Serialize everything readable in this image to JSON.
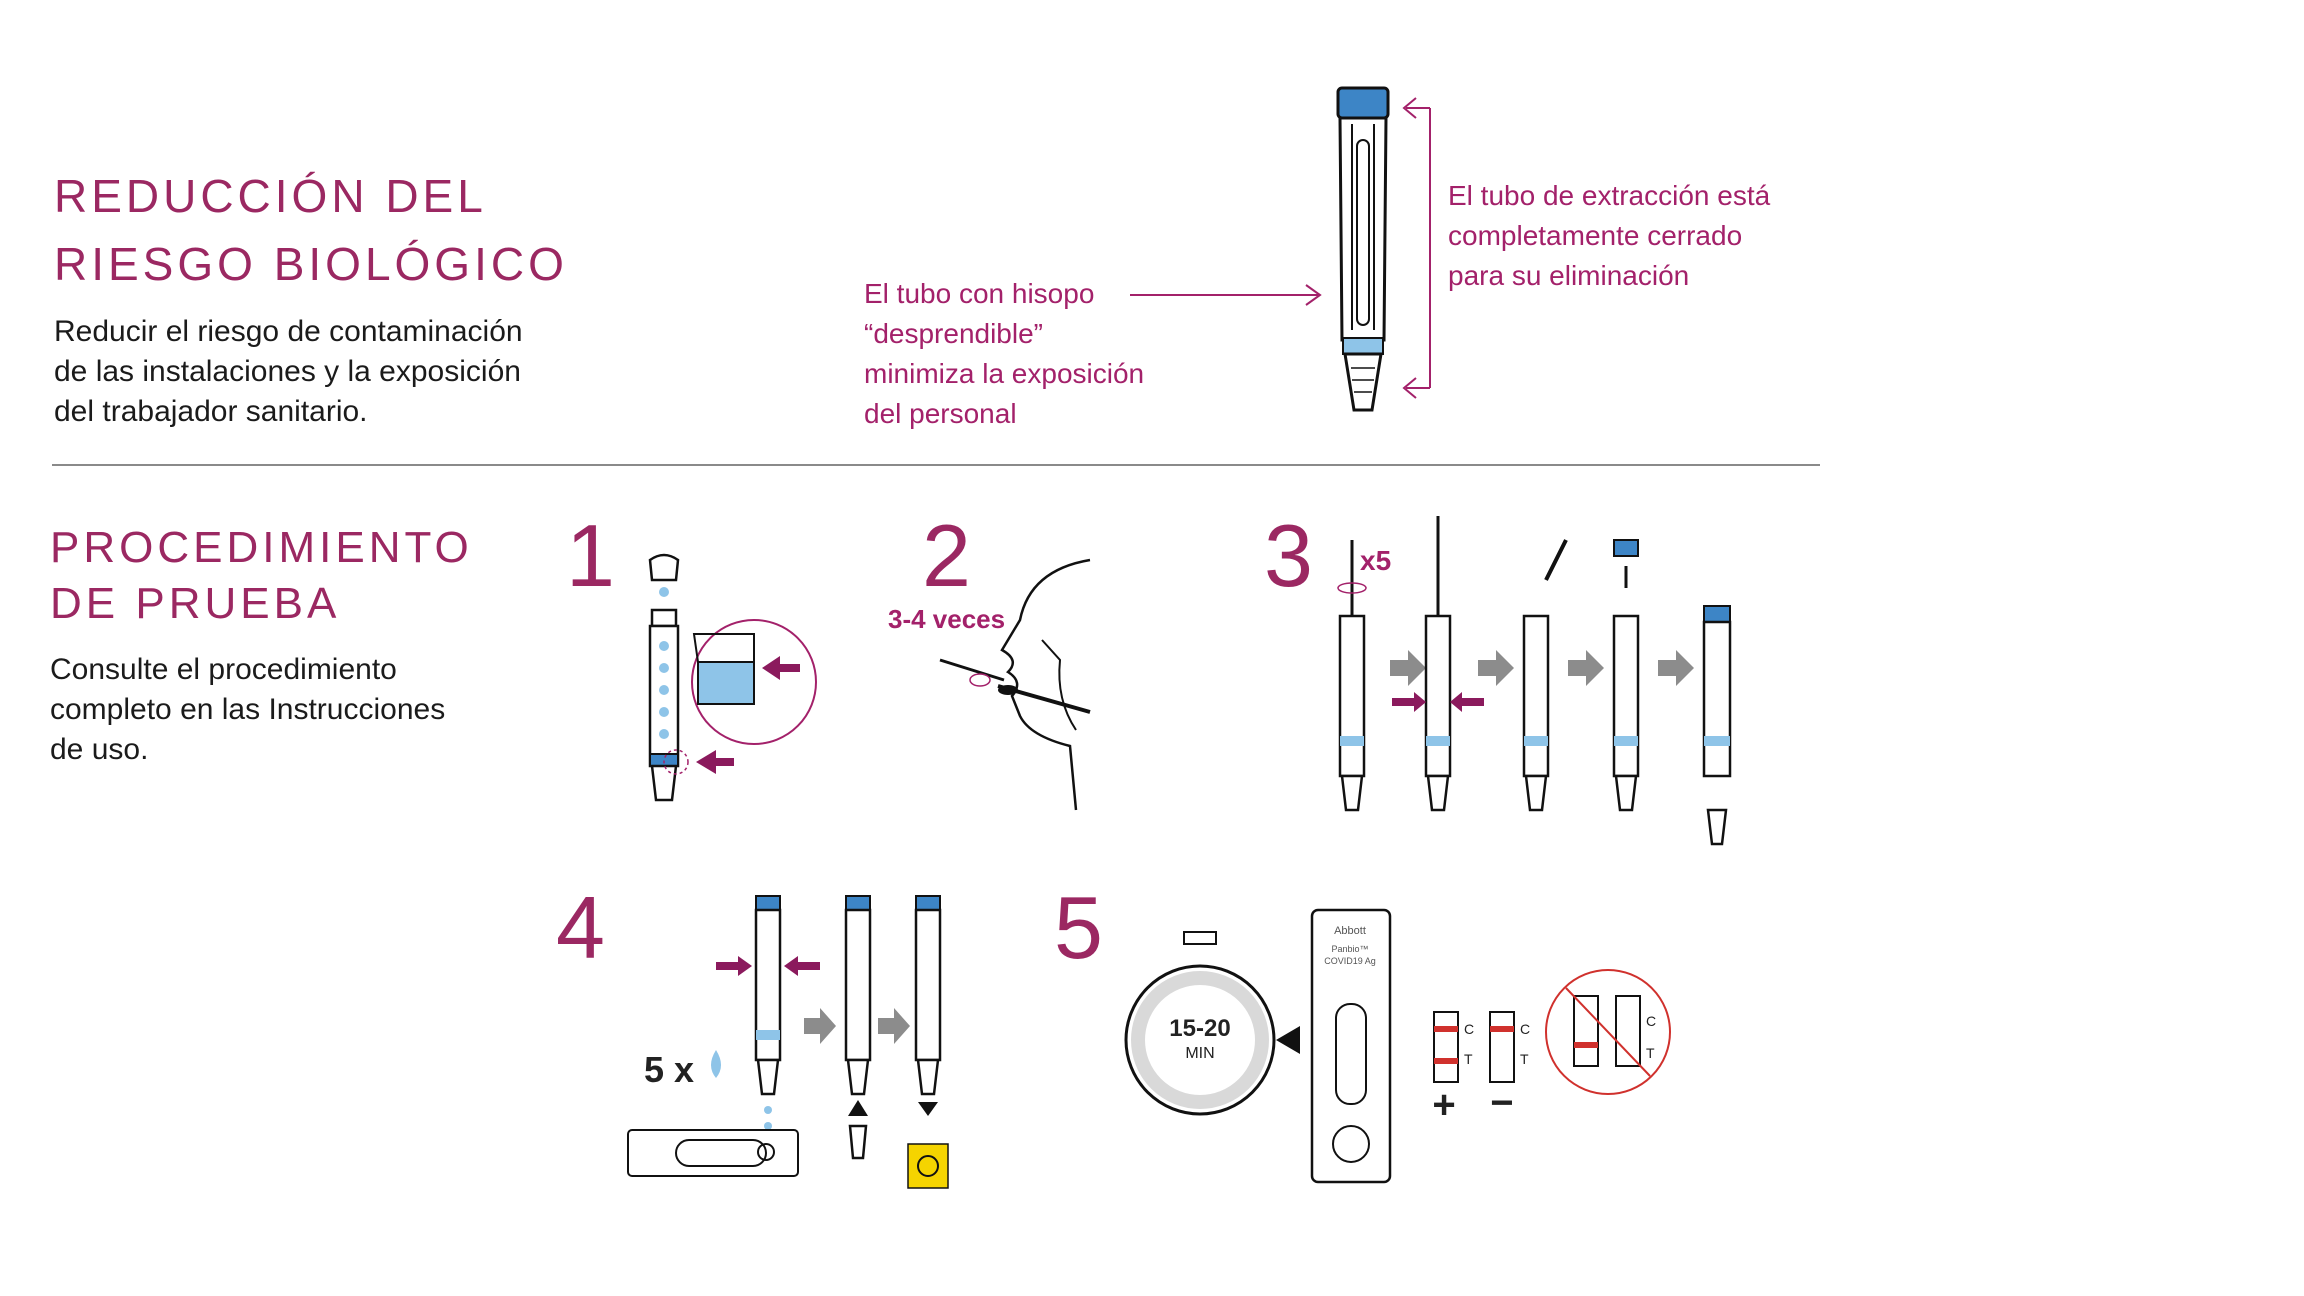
{
  "section1": {
    "heading_line1": "REDUCCIÓN DEL",
    "heading_line2": "RIESGO BIOLÓGICO",
    "body": [
      "Reducir el riesgo de contaminación",
      "de las instalaciones y la exposición",
      "del trabajador sanitario."
    ],
    "callout_left": [
      "El tubo con hisopo",
      "“desprendible”",
      "minimiza la exposición",
      "del personal"
    ],
    "callout_right": [
      "El tubo de extracción está",
      "completamente cerrado",
      "para su eliminación"
    ]
  },
  "section2": {
    "heading_line1": "PROCEDIMIENTO",
    "heading_line2": "DE PRUEBA",
    "body": [
      "Consulte el procedimiento",
      "completo en las Instrucciones",
      "de uso."
    ]
  },
  "steps": {
    "s1": "1",
    "s2": "2",
    "s3": "3",
    "s4": "4",
    "s5": "5",
    "s2_label": "3-4 veces",
    "s3_label": "x5",
    "s4_label": "5 x",
    "s5_timer_value": "15-20",
    "s5_timer_unit": "MIN",
    "s5_brand": "Abbott",
    "s5_product_line1": "Panbio™",
    "s5_product_line2": "COVID19 Ag",
    "s5_c": "C",
    "s5_t": "T",
    "s5_positive": "+",
    "s5_negative": "−"
  },
  "colors": {
    "magenta": "#a3216a",
    "heading": "#9b2862",
    "tube_blue": "#3d85c6",
    "drop_blue": "#8ec4e8",
    "result_red": "#d0312d",
    "arrow_grey": "#8c8c8c",
    "biohazard_yellow": "#f5d400"
  }
}
